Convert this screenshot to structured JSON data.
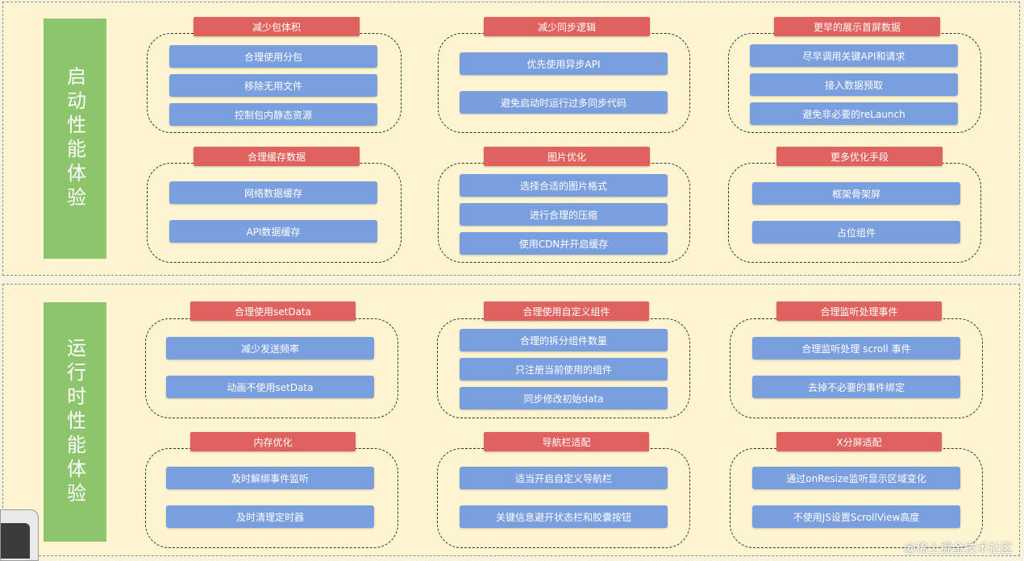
{
  "sections": [
    {
      "label": "启动性能体验",
      "groups": [
        {
          "title": "减少包体积",
          "items": [
            "合理使用分包",
            "移除无用文件",
            "控制包内静态资源"
          ]
        },
        {
          "title": "减少同步逻辑",
          "items": [
            "优先使用异步API",
            "避免启动时运行过多同步代码"
          ]
        },
        {
          "title": "更早的展示首屏数据",
          "items": [
            "尽早调用关键API和请求",
            "接入数据预取",
            "避免非必要的reLaunch"
          ]
        },
        {
          "title": "合理缓存数据",
          "items": [
            "网络数据缓存",
            "API数据缓存"
          ]
        },
        {
          "title": "图片优化",
          "items": [
            "选择合适的图片格式",
            "进行合理的压缩",
            "使用CDN并开启缓存"
          ]
        },
        {
          "title": "更多优化手段",
          "items": [
            "框架骨架屏",
            "占位组件"
          ]
        }
      ]
    },
    {
      "label": "运行时性能体验",
      "groups": [
        {
          "title": "合理使用setData",
          "items": [
            "减少发送频率",
            "动画不使用setData"
          ]
        },
        {
          "title": "合理使用自定义组件",
          "items": [
            "合理的拆分组件数量",
            "只注册当前使用的组件",
            "同步修改初始data"
          ]
        },
        {
          "title": "合理监听处理事件",
          "items": [
            "合理监听处理 scroll 事件",
            "去掉不必要的事件绑定"
          ]
        },
        {
          "title": "内存优化",
          "items": [
            "及时解绑事件监听",
            "及时清理定时器"
          ]
        },
        {
          "title": "导航栏适配",
          "items": [
            "适当开启自定义导航栏",
            "关键信息避开状态栏和胶囊按钮"
          ]
        },
        {
          "title": "X分屏适配",
          "items": [
            "通过onResize监听显示区域变化",
            "不使用JS设置ScrollView高度"
          ]
        }
      ]
    }
  ],
  "watermark": "@稀土掘金技术社区",
  "colors": {
    "title_bg": "#e0625e",
    "item_bg": "#7a9fdf",
    "side_bg": "#8cc56b",
    "page_bg": "#fdf5d1"
  }
}
